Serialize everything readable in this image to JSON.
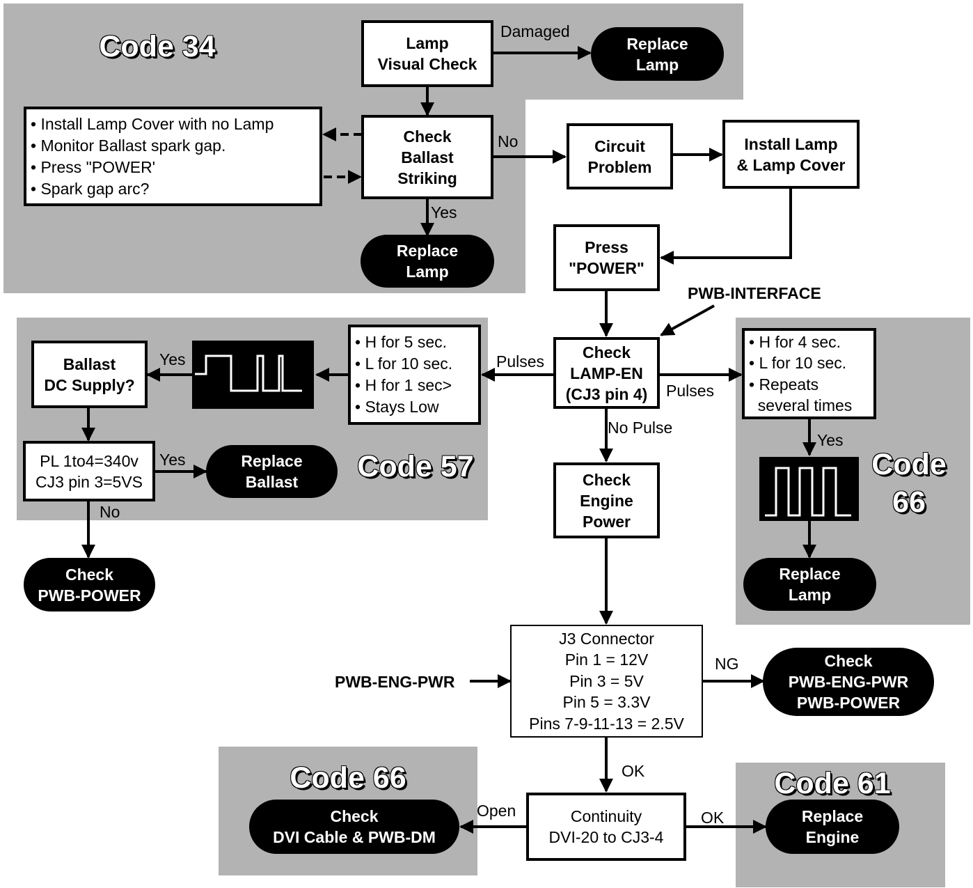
{
  "codes": {
    "c34": "Code 34",
    "c57": "Code 57",
    "c66_right": [
      "Code",
      "66"
    ],
    "c66_bottom": "Code 66",
    "c61": "Code 61"
  },
  "nodes": {
    "lamp_visual": [
      "Lamp",
      "Visual Check"
    ],
    "replace_lamp_1": [
      "Replace",
      "Lamp"
    ],
    "check_ballast": [
      "Check",
      "Ballast",
      "Striking"
    ],
    "spark_steps": [
      "• Install Lamp Cover with no Lamp",
      "• Monitor Ballast spark gap.",
      "• Press \"POWER'",
      "• Spark gap arc?"
    ],
    "replace_lamp_2": [
      "Replace",
      "Lamp"
    ],
    "circuit_problem": [
      "Circuit",
      "Problem"
    ],
    "install_lamp": [
      "Install Lamp",
      "& Lamp Cover"
    ],
    "press_power": [
      "Press",
      "\"POWER\""
    ],
    "check_lamp_en": [
      "Check",
      "LAMP-EN",
      "(CJ3 pin 4)"
    ],
    "pulses_57": [
      "• H for 5 sec.",
      "• L for 10 sec.",
      "• H for 1 sec>",
      "• Stays Low"
    ],
    "ballast_dc": [
      "Ballast",
      "DC Supply?"
    ],
    "pl_check": [
      "PL 1to4=340v",
      "CJ3 pin 3=5VS"
    ],
    "replace_ballast": [
      "Replace",
      "Ballast"
    ],
    "check_pwb_power": [
      "Check",
      "PWB-POWER"
    ],
    "pulses_66": [
      "• H for 4 sec.",
      "• L for 10 sec.",
      "• Repeats",
      "  several times"
    ],
    "replace_lamp_3": [
      "Replace",
      "Lamp"
    ],
    "check_engine_power": [
      "Check",
      "Engine",
      "Power"
    ],
    "j3_connector": [
      "J3 Connector",
      "Pin 1 = 12V",
      "Pin 3 = 5V",
      "Pin 5 = 3.3V",
      "Pins 7-9-11-13 = 2.5V"
    ],
    "check_pwb_eng": [
      "Check",
      "PWB-ENG-PWR",
      "PWB-POWER"
    ],
    "continuity": [
      "Continuity",
      "DVI-20 to CJ3-4"
    ],
    "check_dvi": [
      "Check",
      "DVI Cable & PWB-DM"
    ],
    "replace_engine": [
      "Replace",
      "Engine"
    ]
  },
  "labels": {
    "damaged": "Damaged",
    "no_1": "No",
    "yes_1": "Yes",
    "pwb_interface": "PWB-INTERFACE",
    "pulses_left": "Pulses",
    "pulses_right": "Pulses",
    "no_pulse": "No Pulse",
    "yes_57a": "Yes",
    "yes_57b": "Yes",
    "no_57": "No",
    "yes_66": "Yes",
    "pwb_eng_pwr": "PWB-ENG-PWR",
    "ng": "NG",
    "ok_down": "OK",
    "open": "Open",
    "ok_right": "OK"
  }
}
